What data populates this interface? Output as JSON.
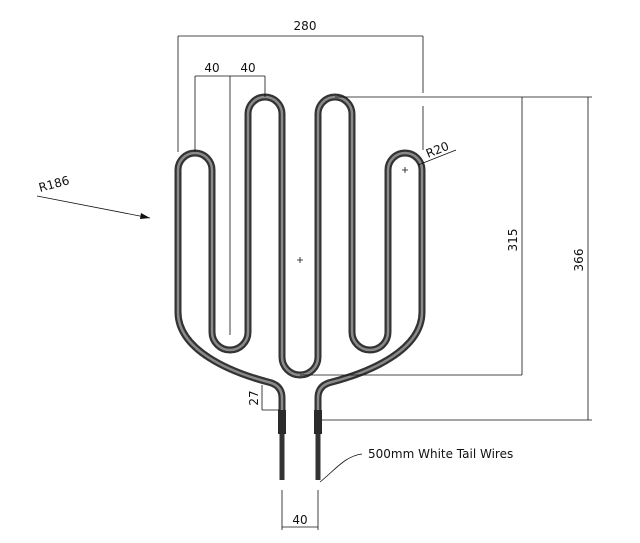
{
  "dimensions": {
    "overall_width": "280",
    "pitch_1": "40",
    "pitch_2": "40",
    "bend_radius": "R20",
    "outer_radius": "R186",
    "height_loops": "315",
    "height_total": "366",
    "lead_bend": "27",
    "terminal_spacing": "40"
  },
  "annotation": "500mm White Tail Wires",
  "colors": {
    "tube": "#333333",
    "line": "#111111"
  }
}
